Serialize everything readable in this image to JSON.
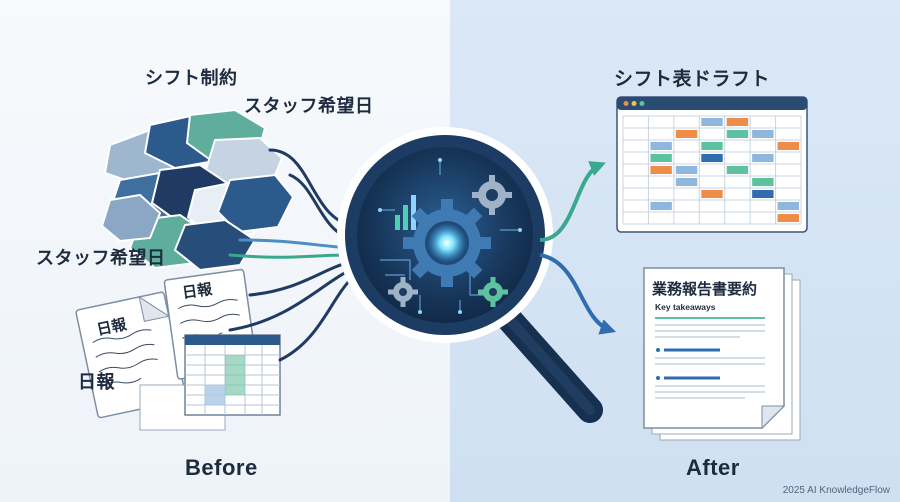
{
  "labels": {
    "shift_constraints": "シフト制約",
    "staff_wish_top": "スタッフ希望日",
    "staff_wish_left": "スタッフ希望日",
    "daily_report": "日報",
    "daily_report_left": "日報",
    "shift_draft": "シフト表ドラフト",
    "report_summary": "業務報告書要約",
    "key_takeaways": "Key takeaways",
    "before": "Before",
    "after": "After"
  },
  "footer": "2025 AI KnowledgeFlow",
  "colors": {
    "navy": "#1f3b63",
    "blue": "#2f6db0",
    "teal": "#3aa88e",
    "orange": "#ee8c4a",
    "light_blue": "#8fb7dd",
    "green": "#5cc2a0"
  }
}
